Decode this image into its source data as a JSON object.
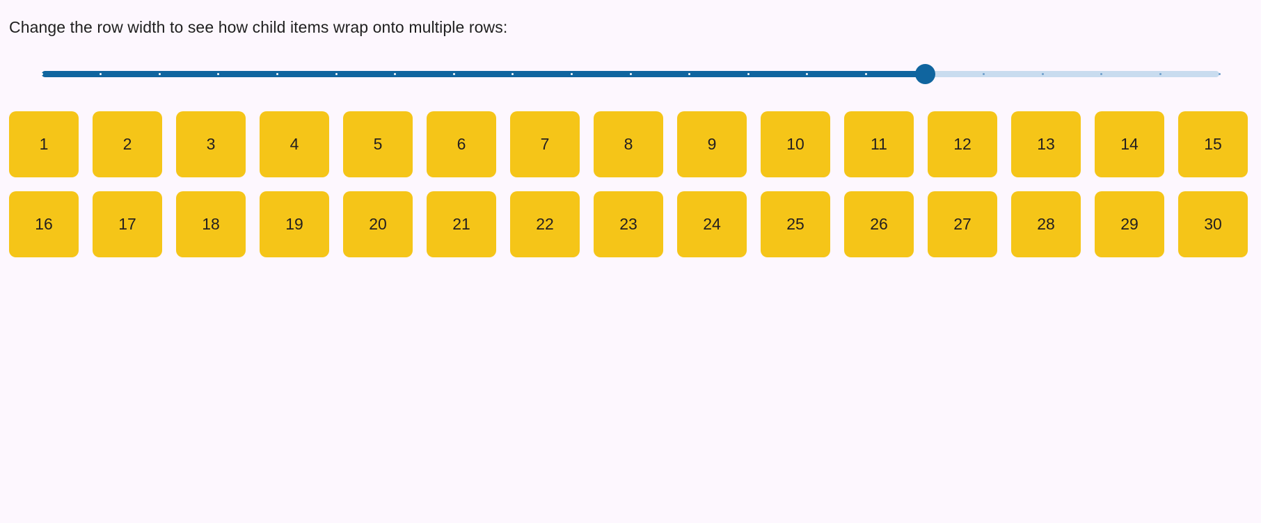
{
  "page": {
    "background_color": "#fdf7fe",
    "intro_text": "Change the row width to see how child items wrap onto multiple rows:"
  },
  "slider": {
    "name": "row-width-slider",
    "orientation": "horizontal",
    "value": 21,
    "min": 0,
    "max": 30,
    "step": 1,
    "tick_count": 21,
    "tick_positions_pct": [
      0,
      5,
      10,
      15,
      20,
      25,
      30,
      35,
      40,
      45,
      50,
      55,
      60,
      65,
      70,
      75,
      80,
      85,
      90,
      95,
      100
    ],
    "fill_pct": 75,
    "thumb_pct": 75,
    "fill_color": "#10659f",
    "rail_color": "#c9dcef",
    "thumb_color": "#10659f",
    "tick_on_color": "#ffffff",
    "tick_off_color": "#6f9fcb"
  },
  "tiles": {
    "count": 30,
    "rows_visible": 2,
    "items_per_row": 15,
    "background_color": "#f5c518",
    "text_color": "#231f20",
    "labels": [
      "1",
      "2",
      "3",
      "4",
      "5",
      "6",
      "7",
      "8",
      "9",
      "10",
      "11",
      "12",
      "13",
      "14",
      "15",
      "16",
      "17",
      "18",
      "19",
      "20",
      "21",
      "22",
      "23",
      "24",
      "25",
      "26",
      "27",
      "28",
      "29",
      "30"
    ]
  }
}
